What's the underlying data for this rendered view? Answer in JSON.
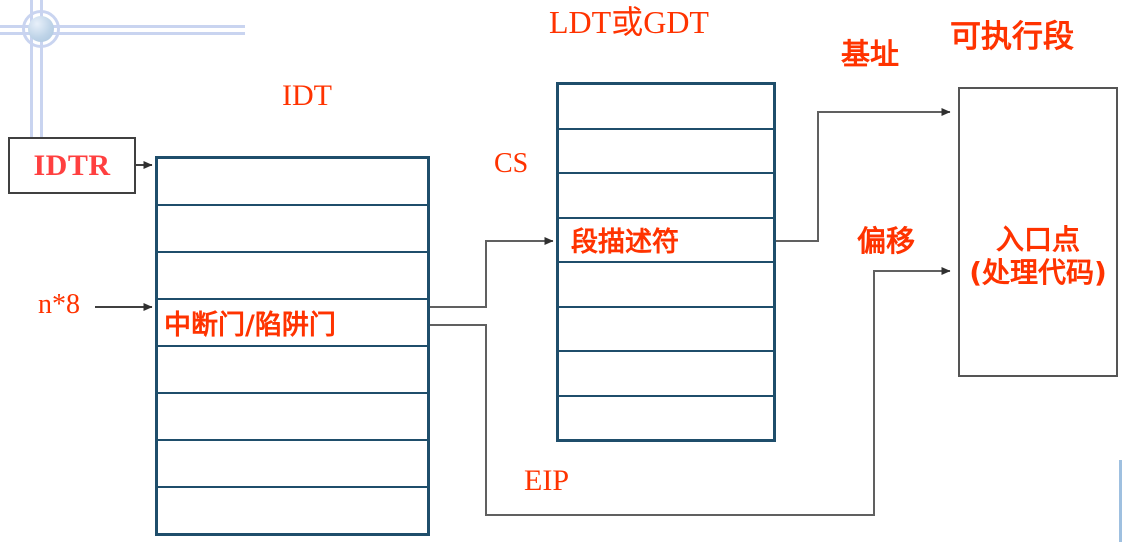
{
  "diagram": {
    "title_labels": {
      "idt": "IDT",
      "ldt_gdt": "LDT或GDT",
      "executable_segment": "可执行段"
    },
    "registers": {
      "idtr": "IDTR"
    },
    "edge_labels": {
      "n_times_8": "n*8",
      "cs": "CS",
      "eip": "EIP",
      "base_address": "基址",
      "offset": "偏移"
    },
    "idt_table": {
      "row_count": 8,
      "rows": [
        "",
        "",
        "",
        "中断门/陷阱门",
        "",
        "",
        "",
        ""
      ],
      "highlight_row_index": 3
    },
    "gdt_table": {
      "row_count": 8,
      "rows": [
        "",
        "",
        "",
        "段描述符",
        "",
        "",
        "",
        ""
      ],
      "highlight_row_index": 3
    },
    "exec_segment": {
      "line1": "入口点",
      "line2": "(处理代码)"
    },
    "colors": {
      "label_red": "#FF3300",
      "table_border_blue": "#1F4E6B",
      "box_border_gray": "#555555",
      "arrow_gray": "#404040",
      "guide_blue": "#C9D4F0",
      "background": "#FFFFFF"
    }
  }
}
